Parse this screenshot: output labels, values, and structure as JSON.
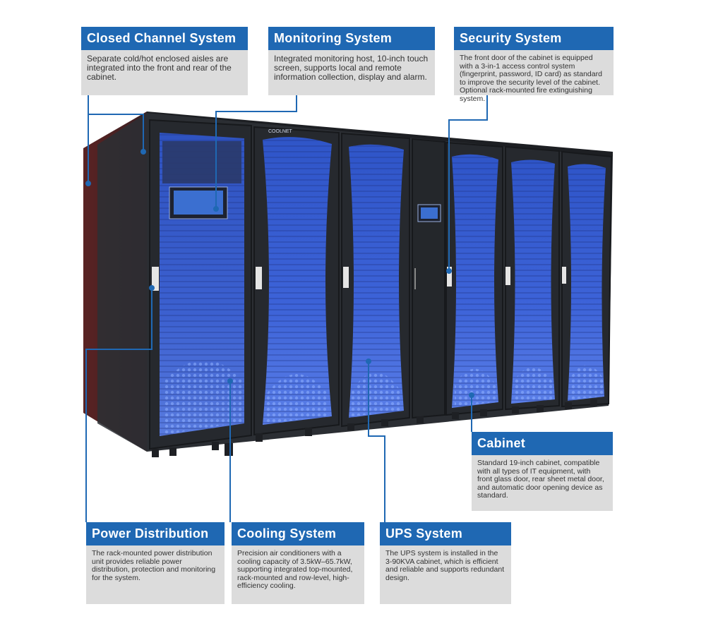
{
  "brand": {
    "logo_text": "COOLNET"
  },
  "callouts": {
    "closed_channel": {
      "title": "Closed Channel System",
      "text": "Separate cold/hot enclosed aisles are integrated into the front and rear of the cabinet."
    },
    "monitoring": {
      "title": "Monitoring System",
      "text": "Integrated monitoring host, 10-inch touch screen, supports local and remote information collection, display and alarm."
    },
    "security": {
      "title": "Security System",
      "text": "The front door of the cabinet is equipped with a 3-in-1 access control system (fingerprint, password, ID card) as standard to improve the security level of the cabinet. Optional rack-mounted fire extinguishing system."
    },
    "cabinet": {
      "title": "Cabinet",
      "text": "Standard 19-inch cabinet, compatible with all types of IT equipment, with front glass door, rear sheet metal door, and automatic door opening device as standard."
    },
    "power": {
      "title": "Power Distribution",
      "text": "The rack-mounted power distribution unit provides reliable power distribution, protection and monitoring for the system."
    },
    "cooling": {
      "title": "Cooling System",
      "text": "Precision air conditioners with a cooling capacity of 3.5kW–65.7kW, supporting integrated top-mounted, rack-mounted and row-level, high-efficiency cooling."
    },
    "ups": {
      "title": "UPS System",
      "text": "The UPS system is installed in the 3-90KVA cabinet, which is efficient and reliable and supports redundant design."
    }
  },
  "colors": {
    "header_blue": "#1f68b3",
    "card_gray": "#dcdcdc",
    "leader_blue": "#1f68b3",
    "cabinet_body": "#2b2e33",
    "side_red": "#6b2a2a",
    "door_glow": "#3a63d6"
  }
}
